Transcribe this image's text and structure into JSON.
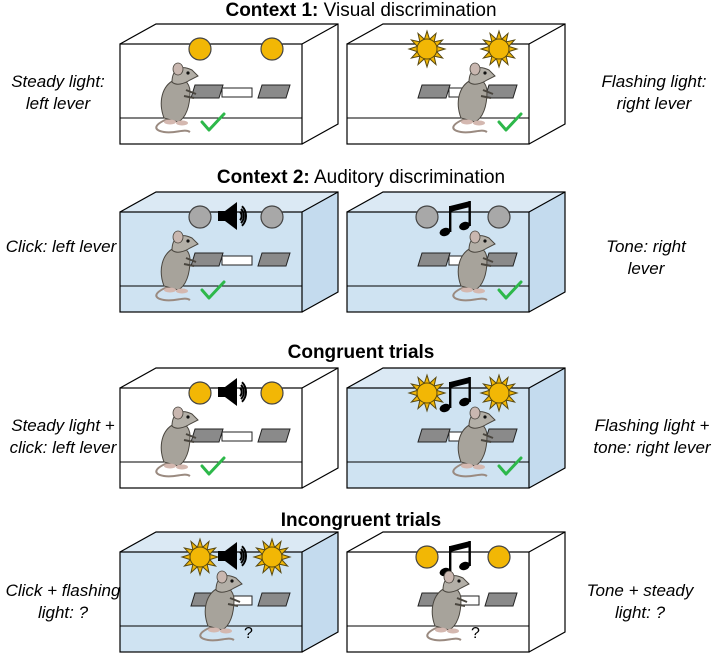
{
  "sections": [
    {
      "title_bold": "Context 1:",
      "title_rest": " Visual discrimination",
      "left_label": "Steady light:\nleft lever",
      "right_label": "Flashing light:\nright lever",
      "boxes": [
        {
          "background": "white",
          "lights": "steady",
          "sound": "none",
          "rat_side": "left",
          "outcome": "check"
        },
        {
          "background": "white",
          "lights": "flashing",
          "sound": "none",
          "rat_side": "right",
          "outcome": "check"
        }
      ]
    },
    {
      "title_bold": "Context 2:",
      "title_rest": " Auditory discrimination",
      "left_label": "Click: left lever",
      "right_label": "Tone: right\nlever",
      "boxes": [
        {
          "background": "blue",
          "lights": "grey",
          "sound": "click",
          "rat_side": "left",
          "outcome": "check"
        },
        {
          "background": "blue",
          "lights": "grey",
          "sound": "tone",
          "rat_side": "right",
          "outcome": "check"
        }
      ]
    },
    {
      "title_bold": "Congruent trials",
      "title_rest": "",
      "left_label": "Steady light +\nclick: left lever",
      "right_label": "Flashing light +\ntone: right lever",
      "boxes": [
        {
          "background": "white",
          "lights": "steady",
          "sound": "click",
          "rat_side": "left",
          "outcome": "check"
        },
        {
          "background": "blue",
          "lights": "flashing",
          "sound": "tone",
          "rat_side": "right",
          "outcome": "check"
        }
      ]
    },
    {
      "title_bold": "Incongruent trials",
      "title_rest": "",
      "left_label": "Click + flashing\nlight: ?",
      "right_label": "Tone + steady\nlight: ?",
      "boxes": [
        {
          "background": "blue",
          "lights": "flashing",
          "sound": "click",
          "rat_side": "center",
          "outcome": "?"
        },
        {
          "background": "white",
          "lights": "steady",
          "sound": "tone",
          "rat_side": "center",
          "outcome": "?"
        }
      ]
    }
  ],
  "colors": {
    "steady_light": "#f2b705",
    "grey_light": "#a8a8a8",
    "check": "#2db84a",
    "blue_box": "#cfe3f2",
    "lever": "#8a8a8a"
  }
}
